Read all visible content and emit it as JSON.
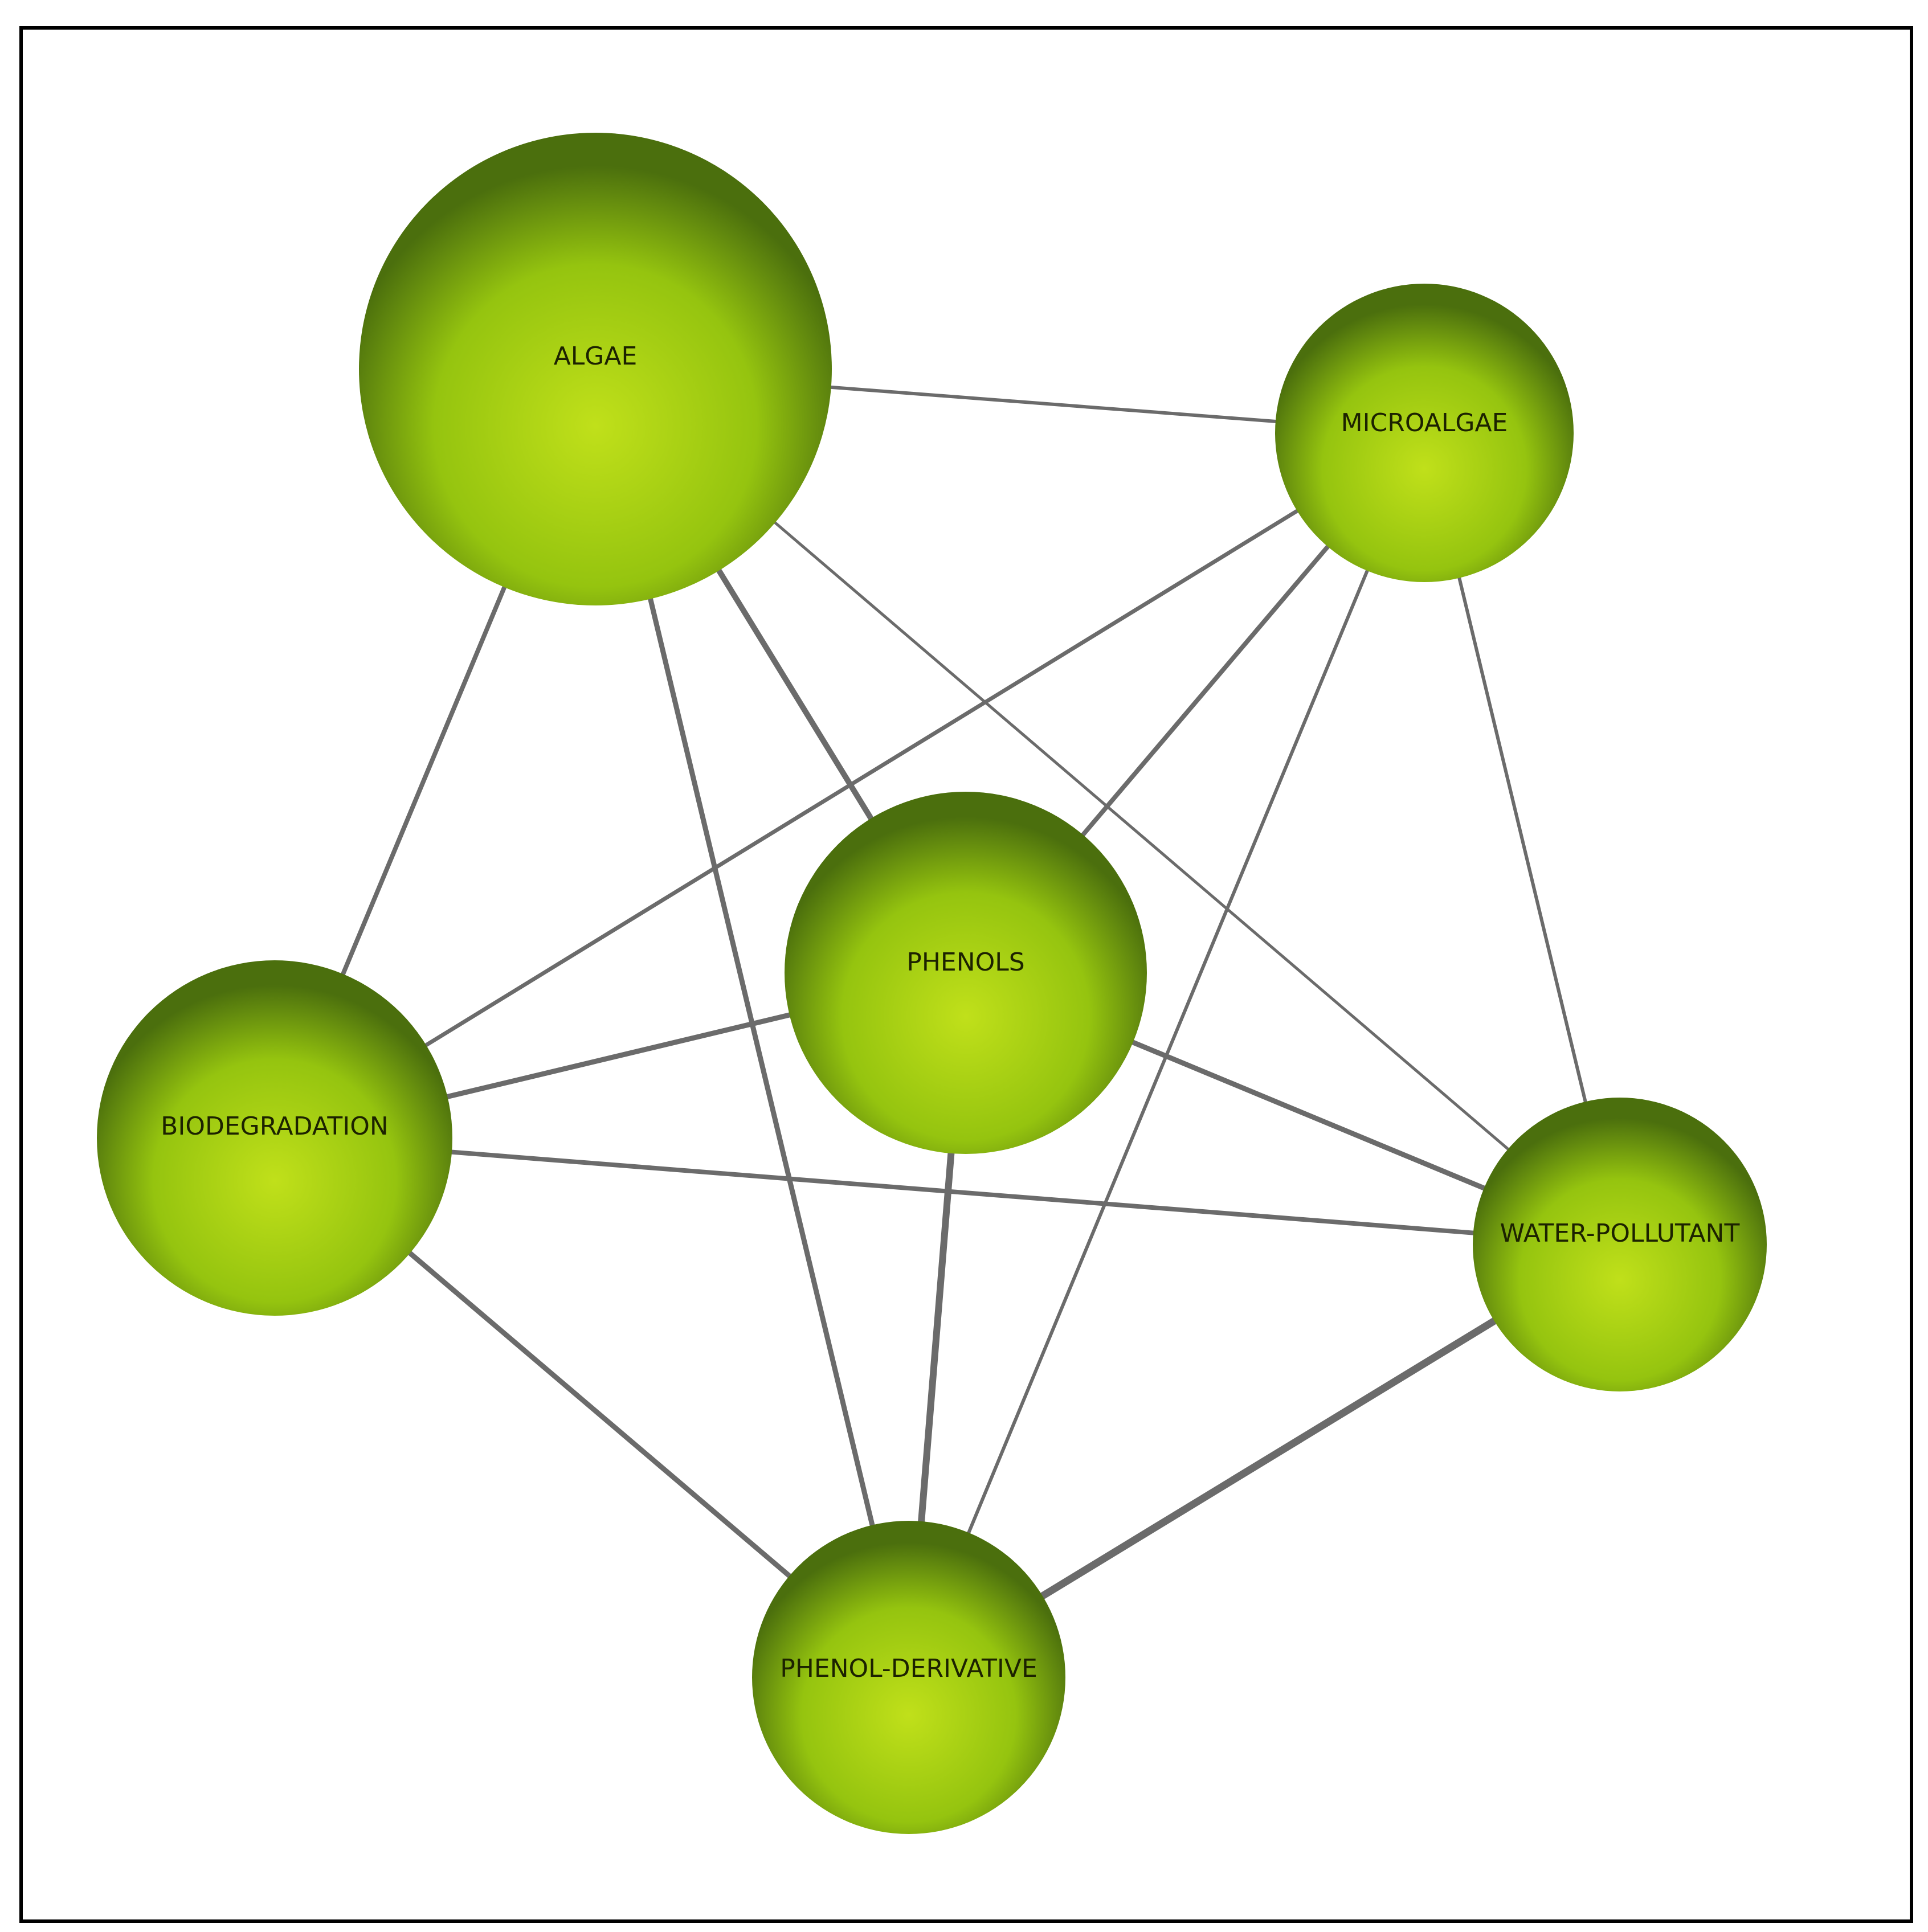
{
  "colors": {
    "node_center": "#c0e01a",
    "node_mid": "#95c40f",
    "node_edge": "#4b6f0d",
    "edge": "#6b6b6b",
    "label": "#1c2200",
    "frame": "#000000"
  },
  "nodes": [
    {
      "id": "algae",
      "label": "ALGAE"
    },
    {
      "id": "microalgae",
      "label": "MICROALGAE"
    },
    {
      "id": "phenols",
      "label": "PHENOLS"
    },
    {
      "id": "biodegradation",
      "label": "BIODEGRADATION"
    },
    {
      "id": "water-pollutant",
      "label": "WATER-POLLUTANT"
    },
    {
      "id": "phenol-derivative",
      "label": "PHENOL-DERIVATIVE"
    }
  ],
  "edges": [
    {
      "source": "algae",
      "target": "microalgae"
    },
    {
      "source": "algae",
      "target": "biodegradation"
    },
    {
      "source": "algae",
      "target": "phenols"
    },
    {
      "source": "algae",
      "target": "phenol-derivative"
    },
    {
      "source": "algae",
      "target": "water-pollutant"
    },
    {
      "source": "microalgae",
      "target": "biodegradation"
    },
    {
      "source": "microalgae",
      "target": "phenols"
    },
    {
      "source": "microalgae",
      "target": "phenol-derivative"
    },
    {
      "source": "microalgae",
      "target": "water-pollutant"
    },
    {
      "source": "phenols",
      "target": "biodegradation"
    },
    {
      "source": "phenols",
      "target": "water-pollutant"
    },
    {
      "source": "phenols",
      "target": "phenol-derivative"
    },
    {
      "source": "biodegradation",
      "target": "water-pollutant"
    },
    {
      "source": "biodegradation",
      "target": "phenol-derivative"
    },
    {
      "source": "water-pollutant",
      "target": "phenol-derivative"
    }
  ]
}
